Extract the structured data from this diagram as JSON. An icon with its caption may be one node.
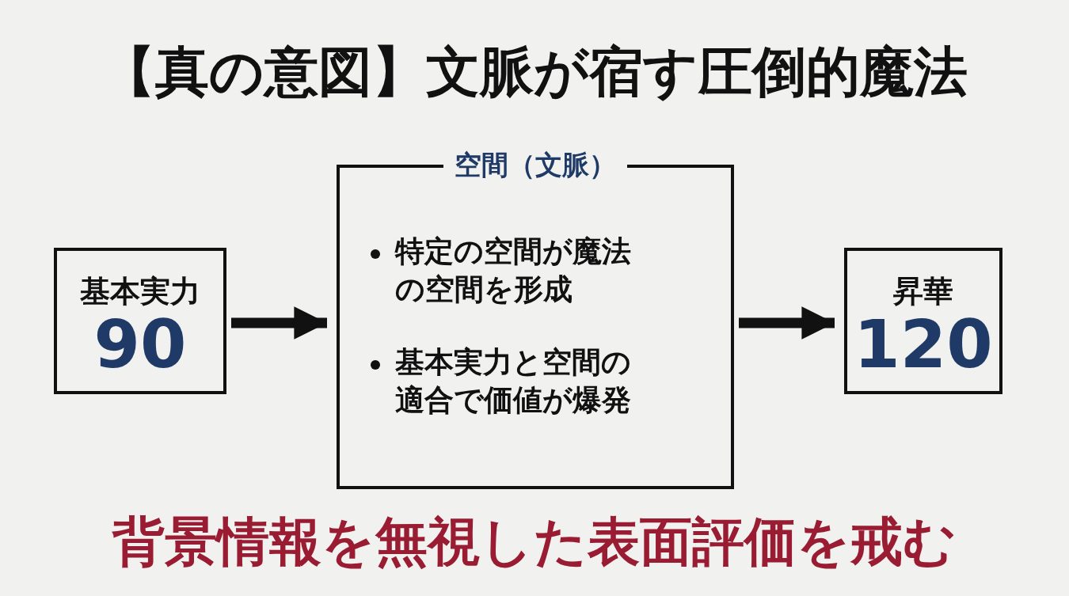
{
  "diagram": {
    "title": "【真の意図】文脈が宿す圧倒的魔法",
    "nodes": [
      {
        "text": [
          "基本実力",
          "90"
        ]
      },
      {
        "text": [
          "空間（文脈）",
          "特定の空間が魔法の空間を形成",
          "基本実力と空間の適合で価値が爆発"
        ]
      },
      {
        "text": [
          "昇華",
          "120"
        ]
      }
    ],
    "edges": [
      {
        "from": 0,
        "to": 1,
        "arrow": "to"
      },
      {
        "from": 1,
        "to": 2,
        "arrow": "to"
      }
    ],
    "caption": "背景情報を無視した表面評価を戒む"
  }
}
